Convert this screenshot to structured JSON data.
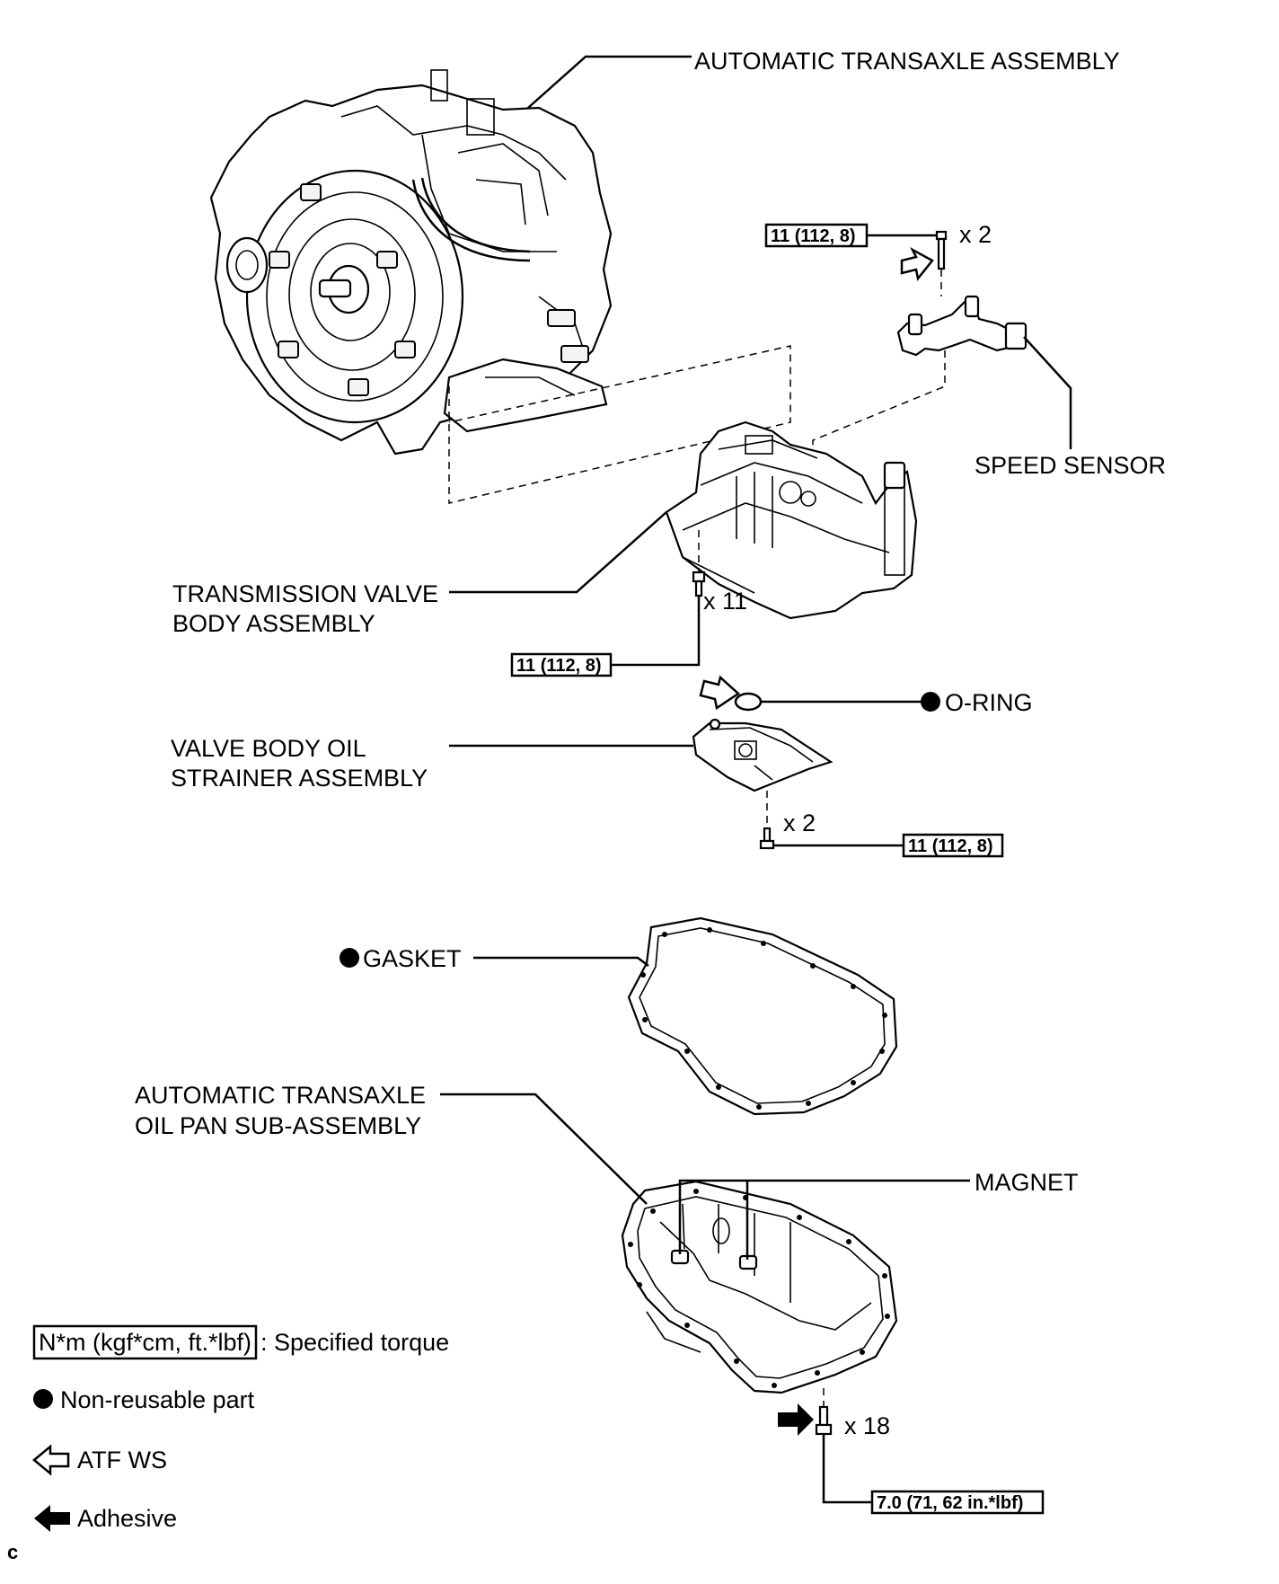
{
  "labels": {
    "transaxle": "AUTOMATIC TRANSAXLE ASSEMBLY",
    "speed_sensor": "SPEED SENSOR",
    "valve_body_1": "TRANSMISSION VALVE",
    "valve_body_2": "BODY ASSEMBLY",
    "o_ring": "O-RING",
    "strainer_1": "VALVE BODY OIL",
    "strainer_2": "STRAINER ASSEMBLY",
    "gasket": "GASKET",
    "oil_pan_1": "AUTOMATIC TRANSAXLE",
    "oil_pan_2": "OIL PAN SUB-ASSEMBLY",
    "magnet": "MAGNET"
  },
  "torques": {
    "speed_sensor_bolt": "11 (112, 8)",
    "valve_body_bolt": "11 (112, 8)",
    "strainer_bolt": "11 (112, 8)",
    "oil_pan_bolt": "7.0 (71, 62 in.*lbf)"
  },
  "quantities": {
    "speed_sensor_bolt": "x 2",
    "valve_body_bolt": "x 11",
    "strainer_bolt": "x 2",
    "oil_pan_bolt": "x 18"
  },
  "legend": {
    "torque_box": "N*m (kgf*cm, ft.*lbf)",
    "torque_text": ": Specified torque",
    "non_reusable": "Non-reusable part",
    "atf": "ATF WS",
    "adhesive": "Adhesive"
  },
  "corner_mark": "c"
}
